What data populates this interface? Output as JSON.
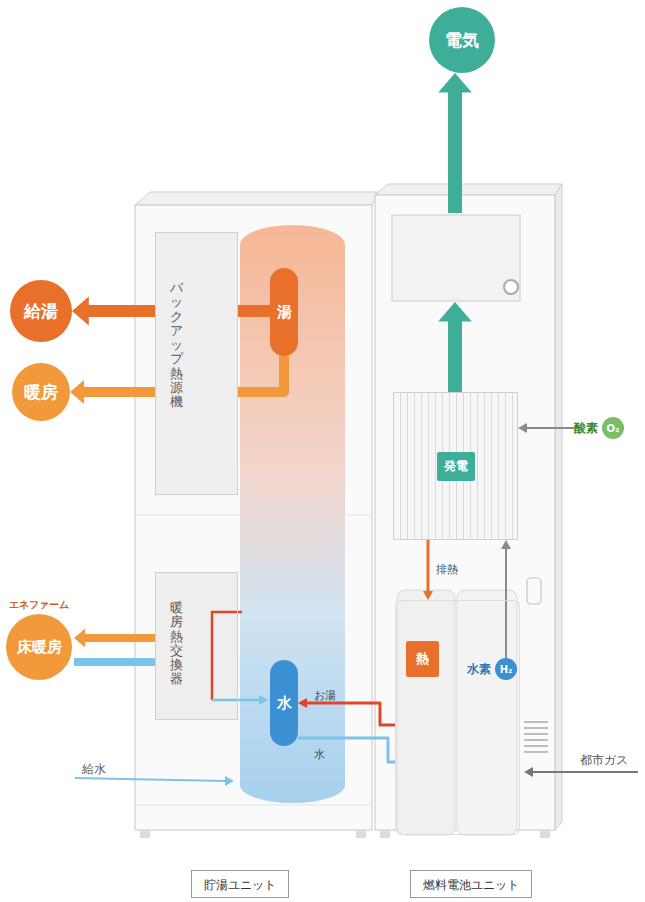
{
  "diagram": {
    "nodes": [
      {
        "text": [
          "電気"
        ]
      },
      {
        "text": [
          "給湯"
        ]
      },
      {
        "text": [
          "暖房"
        ]
      },
      {
        "text": [
          "エネファーム",
          "床暖房"
        ]
      },
      {
        "text": [
          "バックアップ熱源機"
        ]
      },
      {
        "text": [
          "湯"
        ]
      },
      {
        "text": [
          "暖房熱交換器"
        ]
      },
      {
        "text": [
          "水"
        ]
      },
      {
        "text": [
          "発電"
        ]
      },
      {
        "text": [
          "熱"
        ]
      },
      {
        "text": [
          "水素",
          "H₂"
        ],
        "in": 9
      },
      {
        "text": [
          "酸素",
          "O₂"
        ]
      },
      {
        "text": [
          "貯湯ユニット"
        ]
      },
      {
        "text": [
          "燃料電池ユニット"
        ]
      }
    ],
    "edges": [
      {
        "from": 8,
        "to": 0,
        "arrow": "to"
      },
      {
        "from": 5,
        "to": 1,
        "arrow": "to"
      },
      {
        "from": 5,
        "to": 2,
        "arrow": "to"
      },
      {
        "from": 6,
        "to": 3,
        "arrow": "to"
      },
      {
        "from": 3,
        "to": 6,
        "arrow": "none"
      },
      {
        "from": 8,
        "to": 9,
        "label": "排熱",
        "arrow": "to"
      },
      {
        "from": 9,
        "to": 7,
        "label": "お湯",
        "arrow": "to"
      },
      {
        "from": 7,
        "to": 9,
        "label": "水",
        "arrow": "none"
      },
      {
        "from": 10,
        "to": 8,
        "arrow": "to"
      },
      {
        "from": 11,
        "to": 8,
        "arrow": "to"
      }
    ],
    "labels": [
      "給水",
      "都市ガス"
    ]
  }
}
